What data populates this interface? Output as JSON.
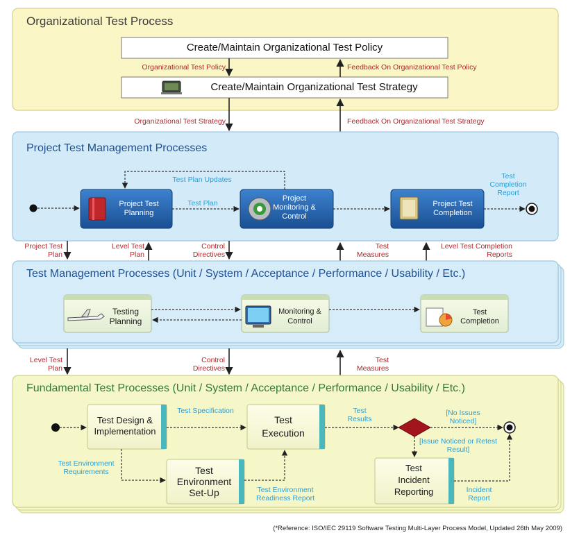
{
  "organizational": {
    "title": "Organizational Test Process",
    "policy_box": "Create/Maintain Organizational Test Policy",
    "strategy_box": "Create/Maintain Organizational Test Strategy",
    "label_policy_down": "Organizational Test Policy",
    "label_policy_feedback": "Feedback On Organizational Test Policy",
    "label_strategy_down": "Organizational Test Strategy",
    "label_strategy_feedback": "Feedback On Organizational Test Strategy"
  },
  "project": {
    "title": "Project Test Management Processes",
    "planning": "Project Test Planning",
    "monitoring": "Project Monitoring & Control",
    "completion": "Project Test Completion",
    "label_test_plan": "Test Plan",
    "label_plan_updates": "Test Plan Updates",
    "label_completion_report": "Test Completion Report"
  },
  "between_project_tm": {
    "project_test_plan": "Project Test Plan",
    "level_test_plan": "Level Test Plan",
    "control_directives": "Control Directives",
    "test_measures": "Test Measures",
    "level_completion_reports": "Level Test Completion Reports"
  },
  "test_management": {
    "title": "Test Management Processes (Unit / System / Acceptance / Performance / Usability / Etc.)",
    "planning": "Testing Planning",
    "monitoring": "Monitoring & Control",
    "completion": "Test Completion"
  },
  "between_tm_fund": {
    "level_test_plan": "Level Test Plan",
    "control_directives": "Control Directives",
    "test_measures": "Test Measures"
  },
  "fundamental": {
    "title": "Fundamental Test Processes (Unit / System / Acceptance / Performance / Usability / Etc.)",
    "design": "Test Design & Implementation",
    "execution": "Test Execution",
    "environment": "Test Environment Set-Up",
    "incident": "Test Incident Reporting",
    "label_specification": "Test Specification",
    "label_results": "Test Results",
    "label_no_issues": "[No Issues Noticed]",
    "label_issue_noticed": "[Issue Noticed or Retest Result]",
    "label_env_requirements": "Test Environment Requirements",
    "label_env_readiness": "Test Environment Readiness Report",
    "label_incident_report": "Incident Report"
  },
  "footer": {
    "reference": "(*Reference: ISO/IEC 29119 Software Testing Multi-Layer Process Model, Updated 26th May 2009)"
  },
  "colors": {
    "org_bg": "#fbf6c6",
    "proj_bg": "#d3ebf8",
    "tm_bg": "#d6ecf8",
    "fund_bg": "#f6f7c9",
    "process_blue": "#1f5ea6",
    "label_red": "#b3262a",
    "label_blue": "#2a9fd6",
    "decision_red": "#a3151c"
  }
}
